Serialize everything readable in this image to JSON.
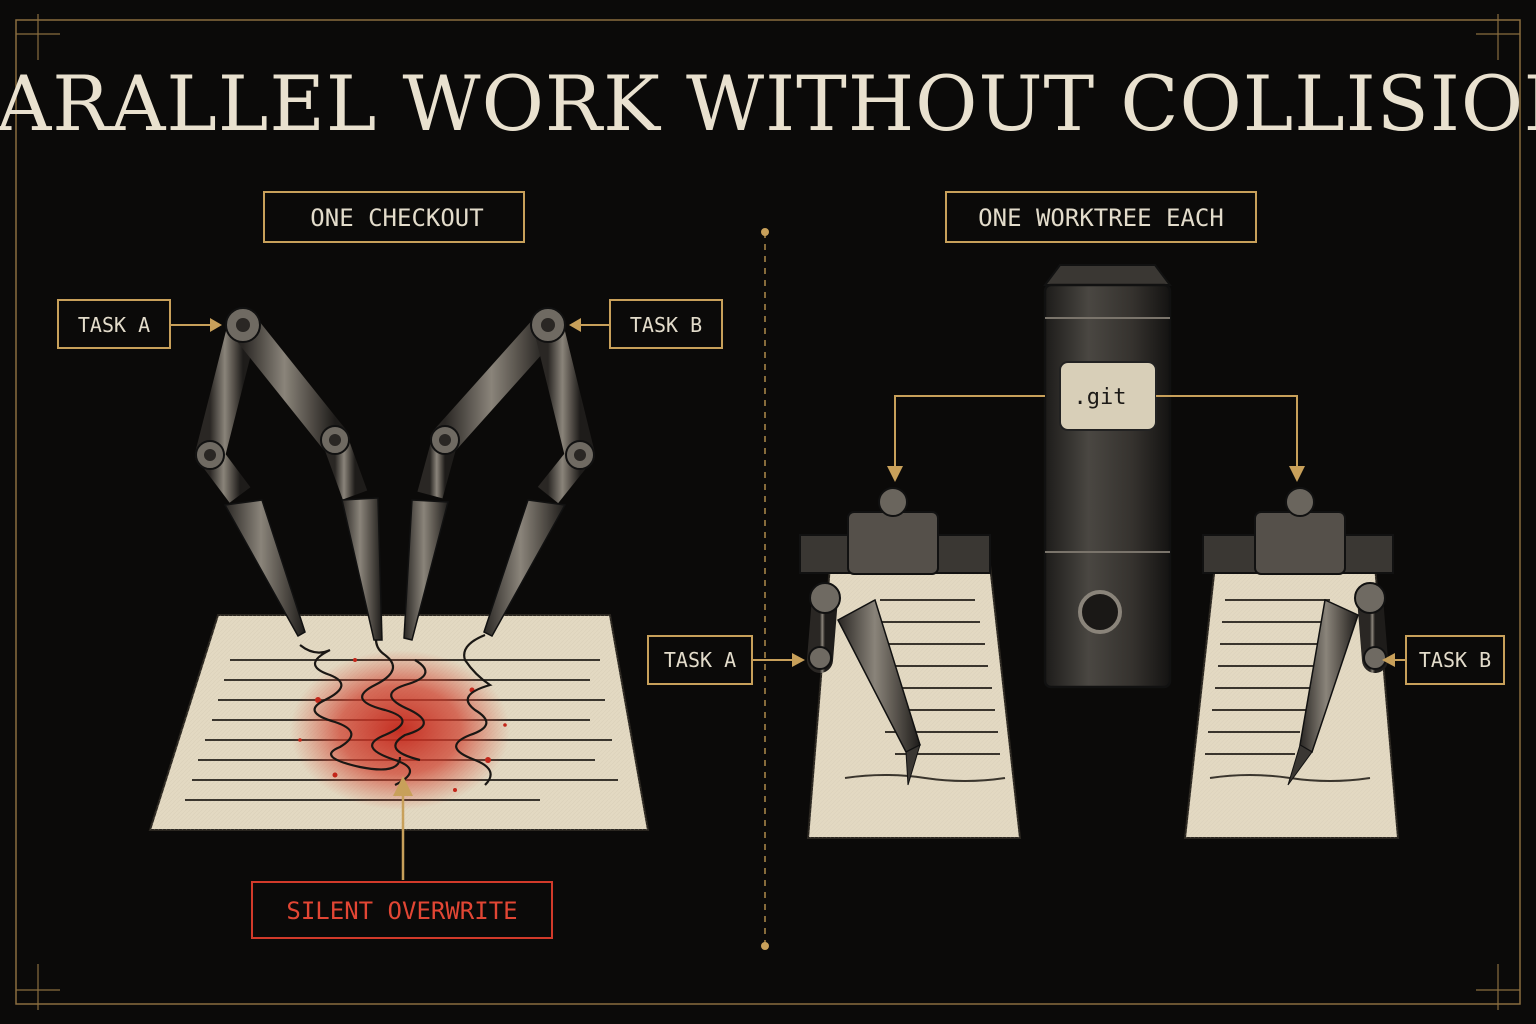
{
  "title": "PARALLEL WORK WITHOUT COLLISIONS",
  "left_panel": {
    "heading": "ONE CHECKOUT",
    "task_a": "TASK A",
    "task_b": "TASK B",
    "warning": "SILENT OVERWRITE"
  },
  "right_panel": {
    "heading": "ONE WORKTREE EACH",
    "repo_label": ".git",
    "task_a": "TASK A",
    "task_b": "TASK B"
  },
  "colors": {
    "background": "#0b0a09",
    "accent_gold": "#c8a05a",
    "warning_red": "#d23a2a",
    "paper": "#e5dcc6",
    "title": "#e9e1cf"
  }
}
